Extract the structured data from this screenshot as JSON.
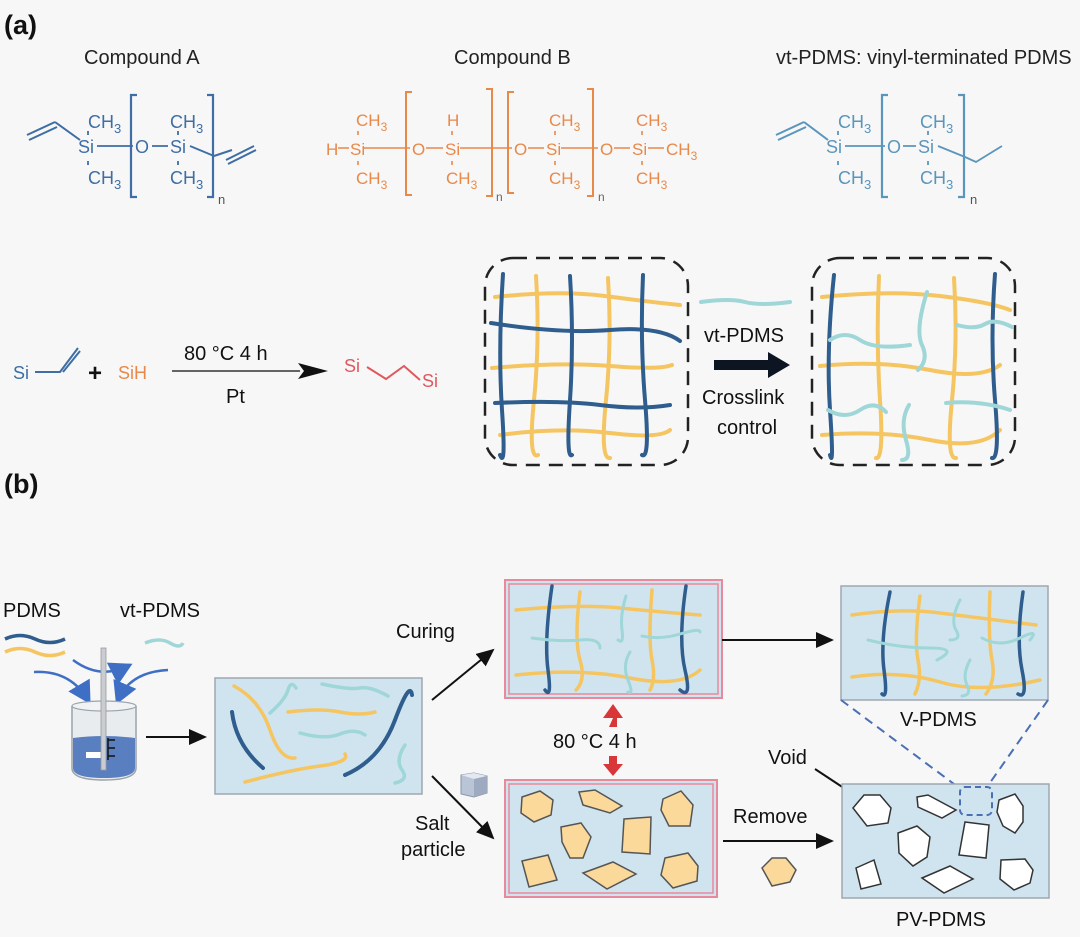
{
  "panel_a": {
    "label": "(a)",
    "compound_a": {
      "title": "Compound A",
      "ch3": "CH",
      "sub3": "3",
      "si": "Si",
      "o": "O",
      "n": "n",
      "color": "#3e6ea4"
    },
    "compound_b": {
      "title": "Compound B",
      "ch3": "CH",
      "sub3": "3",
      "si": "Si",
      "o": "O",
      "h": "H",
      "n": "n",
      "color": "#e8894a"
    },
    "vt_pdms": {
      "title": "vt-PDMS:  vinyl-terminated PDMS",
      "ch3": "CH",
      "sub3": "3",
      "si": "Si",
      "o": "O",
      "n": "n",
      "color": "#5a96bc"
    },
    "reaction": {
      "reactant1": "Si",
      "plus": "+",
      "reactant2": "SiH",
      "condition_top": "80 °C  4 h",
      "condition_bottom": "Pt",
      "product_si1": "Si",
      "product_si2": "Si",
      "product_color": "#e0585e"
    },
    "network": {
      "arrow_top_label": "vt-PDMS",
      "arrow_bottom_label_1": "Crosslink",
      "arrow_bottom_label_2": "control"
    }
  },
  "panel_b": {
    "label": "(b)",
    "legend_pdms": "PDMS",
    "legend_vt_pdms": "vt-PDMS",
    "curing_label": "Curing",
    "salt_label_1": "Salt",
    "salt_label_2": "particle",
    "condition": "80 °C  4 h",
    "remove_label": "Remove",
    "void_label": "Void",
    "v_pdms_label": "V-PDMS",
    "pv_pdms_label": "PV-PDMS"
  },
  "colors": {
    "dark_blue_chain": "#2f5d8e",
    "yellow_chain": "#f5c561",
    "cyan_chain": "#9fd6d8",
    "matrix_fill": "#cfe4ef",
    "mold_border": "#e98a9c",
    "salt_fill": "#fbd99a",
    "heat_arrow": "#d9363a"
  }
}
